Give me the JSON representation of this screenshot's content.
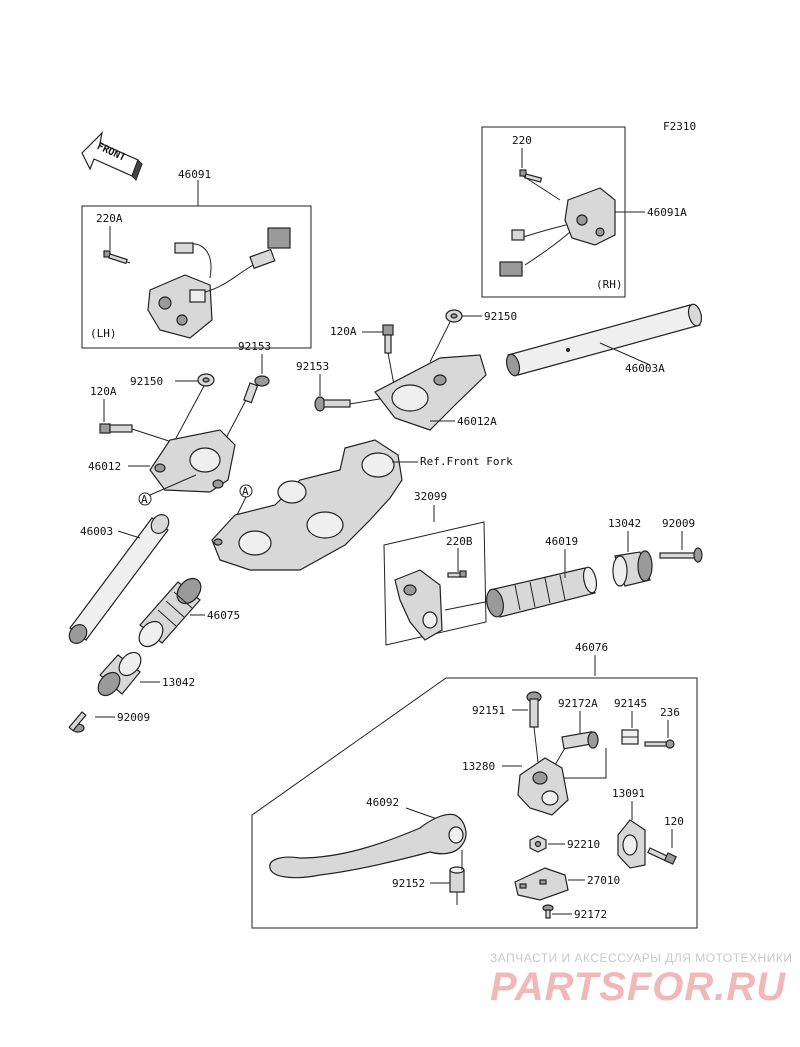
{
  "diagram_id": "F2310",
  "front_label": "FRONT",
  "boxes": {
    "lh": {
      "label": "(LH)"
    },
    "rh": {
      "label": "(RH)"
    }
  },
  "labels": {
    "p46091": "46091",
    "p220A": "220A",
    "p46091A": "46091A",
    "p220": "220",
    "p120A_top": "120A",
    "p92150_top": "92150",
    "p92153_top": "92153",
    "p92153_mid": "92153",
    "p46003A": "46003A",
    "p120A_left": "120A",
    "p92150_left": "92150",
    "p46012A": "46012A",
    "p46012": "46012",
    "ref_fork": "Ref.Front Fork",
    "p32099": "32099",
    "p220B": "220B",
    "p46019": "46019",
    "p13042_r": "13042",
    "p92009_r": "92009",
    "p46003": "46003",
    "p46075": "46075",
    "p13042_l": "13042",
    "p92009_l": "92009",
    "p46076": "46076",
    "p92151": "92151",
    "p92172A": "92172A",
    "p92145": "92145",
    "p236": "236",
    "p13280": "13280",
    "p46092": "46092",
    "p13091": "13091",
    "p120": "120",
    "p92210": "92210",
    "p92152": "92152",
    "p27010": "27010",
    "p92172": "92172",
    "ref_a1": "A",
    "ref_a2": "A"
  },
  "watermark": {
    "line1": "ЗАПЧАСТИ И АКСЕССУАРЫ ДЛЯ МОТОТЕХНИКИ",
    "line2": "PARTSFOR.RU"
  },
  "colors": {
    "ink": "#222222",
    "watermark_logo": "#f2b8b8",
    "watermark_text": "#c9c9c9"
  }
}
